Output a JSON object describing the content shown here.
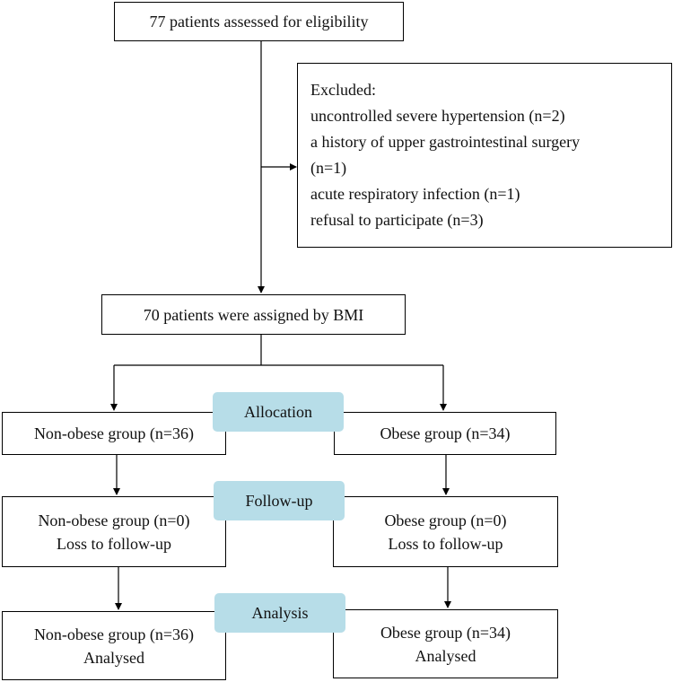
{
  "boxes": {
    "assessed": "77 patients assessed for eligibility",
    "excluded": {
      "lines": [
        "Excluded:",
        "uncontrolled severe hypertension (n=2)",
        "a history of upper gastrointestinal surgery",
        "(n=1)",
        "acute respiratory infection (n=1)",
        "refusal to participate (n=3)"
      ]
    },
    "assigned": "70 patients were assigned by BMI",
    "alloc_left": "Non-obese group (n=36)",
    "alloc_right": "Obese group (n=34)",
    "follow_left": [
      "Non-obese group (n=0)",
      "Loss to follow-up"
    ],
    "follow_right": [
      "Obese group (n=0)",
      "Loss to follow-up"
    ],
    "analysis_left": [
      "Non-obese group (n=36)",
      "Analysed"
    ],
    "analysis_right": [
      "Obese group (n=34)",
      "Analysed"
    ]
  },
  "stages": {
    "allocation": "Allocation",
    "follow_up": "Follow-up",
    "analysis": "Analysis"
  },
  "colors": {
    "stage_fill": "#b7dde8",
    "line": "#000000"
  }
}
